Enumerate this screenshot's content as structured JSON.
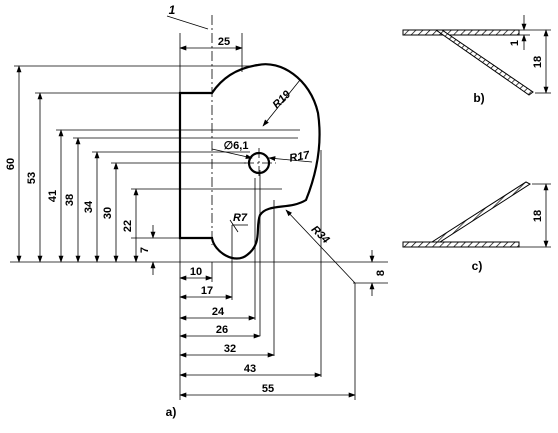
{
  "callout": "1",
  "view_a": {
    "caption": "a)",
    "horizontal_dims": [
      "25",
      "10",
      "17",
      "24",
      "26",
      "32",
      "43",
      "55",
      "8"
    ],
    "vertical_dims": [
      "60",
      "53",
      "41",
      "38",
      "34",
      "30",
      "22",
      "7"
    ],
    "radius_labels": [
      "R19",
      "R17",
      "R7",
      "R34"
    ],
    "hole_label": "∅6,1"
  },
  "view_b": {
    "caption": "b)",
    "dims": [
      "1",
      "18"
    ]
  },
  "view_c": {
    "caption": "c)",
    "dims": [
      "18"
    ]
  }
}
